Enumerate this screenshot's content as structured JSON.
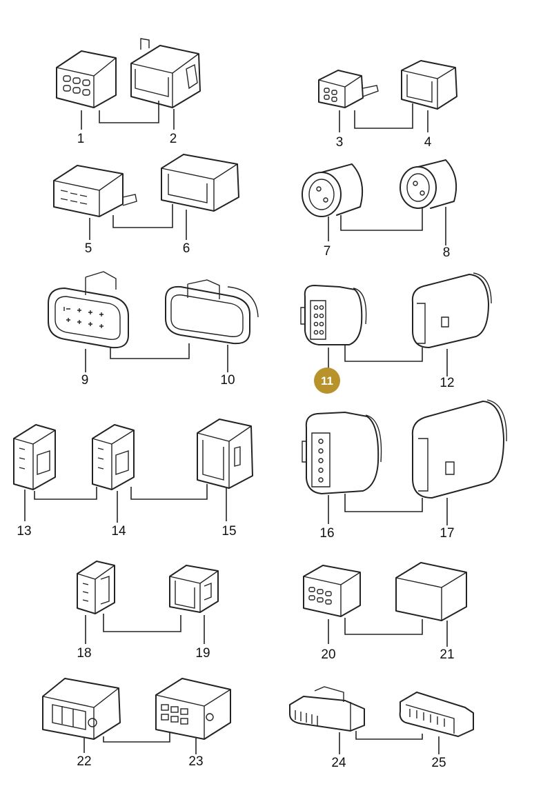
{
  "callouts": [
    {
      "id": "1",
      "label": "1"
    },
    {
      "id": "2",
      "label": "2"
    },
    {
      "id": "3",
      "label": "3"
    },
    {
      "id": "4",
      "label": "4"
    },
    {
      "id": "5",
      "label": "5"
    },
    {
      "id": "6",
      "label": "6"
    },
    {
      "id": "7",
      "label": "7"
    },
    {
      "id": "8",
      "label": "8"
    },
    {
      "id": "9",
      "label": "9"
    },
    {
      "id": "10",
      "label": "10"
    },
    {
      "id": "11",
      "label": "11",
      "highlighted": true
    },
    {
      "id": "12",
      "label": "12"
    },
    {
      "id": "13",
      "label": "13"
    },
    {
      "id": "14",
      "label": "14"
    },
    {
      "id": "15",
      "label": "15"
    },
    {
      "id": "16",
      "label": "16"
    },
    {
      "id": "17",
      "label": "17"
    },
    {
      "id": "18",
      "label": "18"
    },
    {
      "id": "19",
      "label": "19"
    },
    {
      "id": "20",
      "label": "20"
    },
    {
      "id": "21",
      "label": "21"
    },
    {
      "id": "22",
      "label": "22"
    },
    {
      "id": "23",
      "label": "23"
    },
    {
      "id": "24",
      "label": "24"
    },
    {
      "id": "25",
      "label": "25"
    }
  ],
  "colors": {
    "line": "#222222",
    "highlight": "#b8922a",
    "highlight_text": "#ffffff",
    "background": "#ffffff"
  }
}
